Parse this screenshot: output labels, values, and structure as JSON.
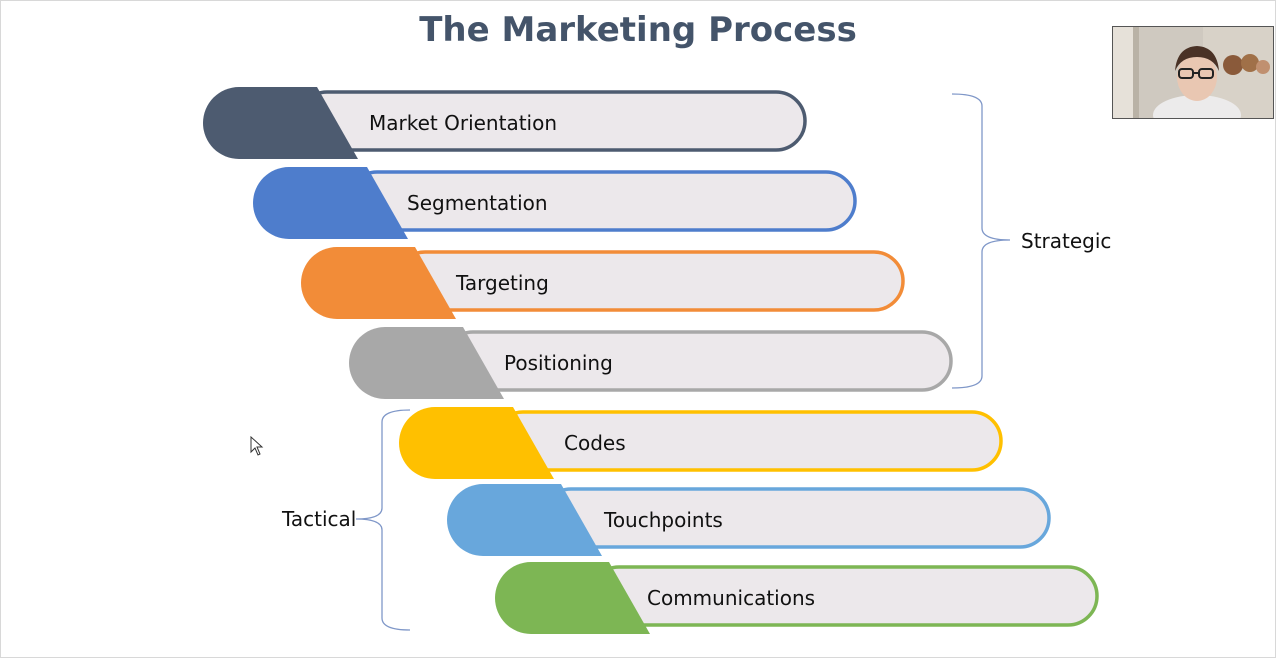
{
  "title": "The Marketing Process",
  "steps": [
    {
      "label": "Market Orientation",
      "color": "#4d5b70"
    },
    {
      "label": "Segmentation",
      "color": "#4e7dcc"
    },
    {
      "label": "Targeting",
      "color": "#f28c38"
    },
    {
      "label": "Positioning",
      "color": "#a8a8a8"
    },
    {
      "label": "Codes",
      "color": "#ffc000"
    },
    {
      "label": "Touchpoints",
      "color": "#68a7dc"
    },
    {
      "label": "Communications",
      "color": "#7db654"
    }
  ],
  "fill_color": "#ece8eb",
  "groups": {
    "strategic": "Strategic",
    "tactical": "Tactical"
  }
}
